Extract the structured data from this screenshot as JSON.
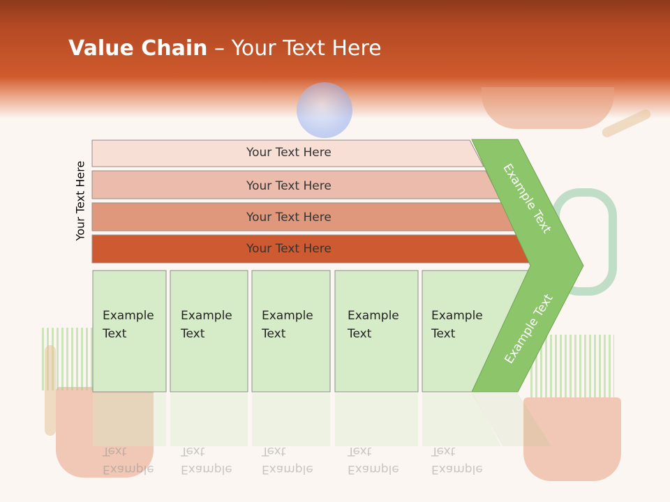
{
  "slide": {
    "title_bold": "Value Chain",
    "title_rest": " – Your Text Here",
    "side_label": "Your Text Here"
  },
  "bars": [
    {
      "label": "Your Text Here",
      "color": "#f7dfd6"
    },
    {
      "label": "Your Text Here",
      "color": "#ebbcab"
    },
    {
      "label": "Your Text Here",
      "color": "#e0987c"
    },
    {
      "label": "Your Text Here",
      "color": "#cd5a31"
    }
  ],
  "boxes": [
    {
      "line1": "Example",
      "line2": "Text"
    },
    {
      "line1": "Example",
      "line2": "Text"
    },
    {
      "line1": "Example",
      "line2": "Text"
    },
    {
      "line1": "Example",
      "line2": "Text"
    },
    {
      "line1": "Example",
      "line2": "Text"
    }
  ],
  "arrow": {
    "upper_label": "Example Text",
    "lower_label": "Example Text",
    "color": "#8cc56a"
  },
  "colors": {
    "box_fill": "#d6ecc8",
    "box_border": "#8c8c8c",
    "header": "#cf5b2d"
  }
}
